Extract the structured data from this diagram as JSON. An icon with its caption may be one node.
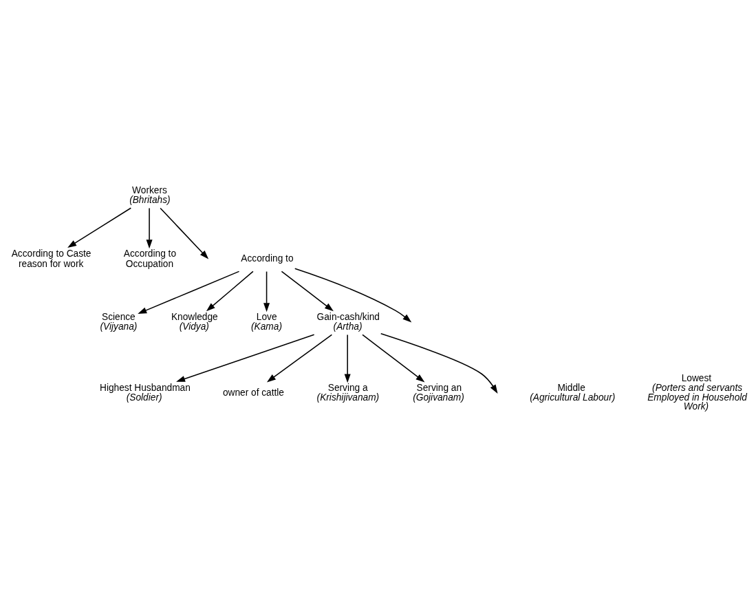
{
  "diagram": {
    "nodes": [
      {
        "text": [
          "Workers",
          "(Bhritahs)"
        ]
      },
      {
        "text": [
          "According to Caste reason for work"
        ]
      },
      {
        "text": [
          "According to Occupation"
        ]
      },
      {
        "text": [
          "According to"
        ]
      },
      {
        "text": [
          "Science",
          "(Vijyana)"
        ]
      },
      {
        "text": [
          "Knowledge",
          "(Vidya)"
        ]
      },
      {
        "text": [
          "Love",
          "(Kama)"
        ]
      },
      {
        "text": [
          "Gain-cash/kind",
          "(Artha)"
        ]
      },
      {
        "text": [
          "Highest Husbandman",
          "(Soldier)"
        ]
      },
      {
        "text": [
          "Middle",
          "(Agricultural Labour)"
        ]
      },
      {
        "text": [
          "owner of cattle"
        ]
      },
      {
        "text": [
          "Lowest",
          "(Porters and servants Employed in Household Work)"
        ]
      },
      {
        "text": [
          "Serving a",
          "(Krishijivanam)"
        ]
      },
      {
        "text": [
          "Serving an",
          "(Gojivanam)"
        ]
      }
    ],
    "edges": [
      {
        "from": 0,
        "to": 1,
        "arrow": "to"
      },
      {
        "from": 0,
        "to": 2,
        "arrow": "to"
      },
      {
        "from": 0,
        "to": null,
        "arrow": "to"
      },
      {
        "from": 3,
        "to": 4,
        "arrow": "to"
      },
      {
        "from": 3,
        "to": 5,
        "arrow": "to"
      },
      {
        "from": 3,
        "to": 6,
        "arrow": "to"
      },
      {
        "from": 3,
        "to": 7,
        "arrow": "to"
      },
      {
        "from": 3,
        "to": null,
        "arrow": "to"
      },
      {
        "from": 7,
        "to": 8,
        "arrow": "to"
      },
      {
        "from": 7,
        "to": 10,
        "arrow": "to"
      },
      {
        "from": 7,
        "to": 12,
        "arrow": "to"
      },
      {
        "from": 7,
        "to": 13,
        "arrow": "to"
      },
      {
        "from": 7,
        "to": null,
        "arrow": "to"
      }
    ]
  }
}
